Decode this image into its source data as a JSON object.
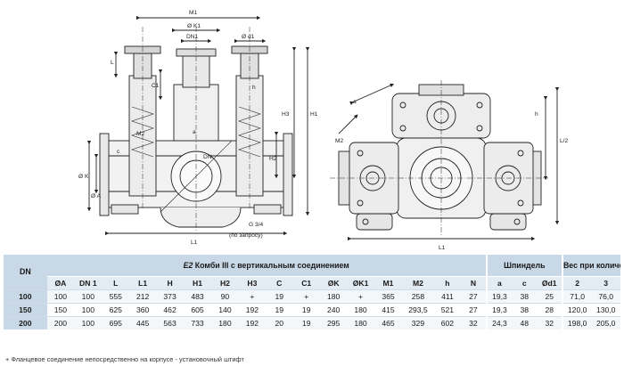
{
  "drawing": {
    "labels": {
      "m1": "M1",
      "k1": "Ø K1",
      "dn1": "DN1",
      "d1": "Ø d1",
      "l": "L",
      "c1": "C1",
      "h": "h",
      "h3": "H3",
      "h1": "H1",
      "m2": "M2",
      "a": "a",
      "dn": "DN",
      "c": "c",
      "h2": "H2",
      "k": "Ø K",
      "oa": "Ø A",
      "g": "G 3/4",
      "l1": "L1",
      "zapros": "(по запросу)",
      "l2": "L/2",
      "l1r": "L1",
      "h_r": "h",
      "a_r": "a",
      "m2r": "M2"
    }
  },
  "table": {
    "dn_header": "DN",
    "group_title_prefix": "E2",
    "group_title": " Комби III с вертикальным соединением",
    "spindle_header": "Шпиндель",
    "weight_header": "Вес при количестве задвижек",
    "columns": [
      "ØA",
      "DN 1",
      "L",
      "L1",
      "H",
      "H1",
      "H2",
      "H3",
      "C",
      "C1",
      "ØK",
      "ØK1",
      "M1",
      "M2",
      "h",
      "N",
      "a",
      "c",
      "Ød1",
      "2",
      "3"
    ],
    "rows": [
      {
        "dn": "100",
        "cells": [
          "100",
          "100",
          "555",
          "212",
          "373",
          "483",
          "90",
          "+",
          "19",
          "+",
          "180",
          "+",
          "365",
          "258",
          "411",
          "27",
          "19,3",
          "38",
          "25",
          "71,0",
          "76,0"
        ]
      },
      {
        "dn": "150",
        "cells": [
          "150",
          "100",
          "625",
          "360",
          "462",
          "605",
          "140",
          "192",
          "19",
          "19",
          "240",
          "180",
          "415",
          "293,5",
          "521",
          "27",
          "19,3",
          "38",
          "28",
          "120,0",
          "130,0"
        ]
      },
      {
        "dn": "200",
        "cells": [
          "200",
          "100",
          "695",
          "445",
          "563",
          "733",
          "180",
          "192",
          "20",
          "19",
          "295",
          "180",
          "465",
          "329",
          "602",
          "32",
          "24,3",
          "48",
          "32",
          "198,0",
          "205,0"
        ]
      }
    ]
  },
  "footnote": "+ Фланцевое соединение непосредственно на корпусе - установочный штифт"
}
